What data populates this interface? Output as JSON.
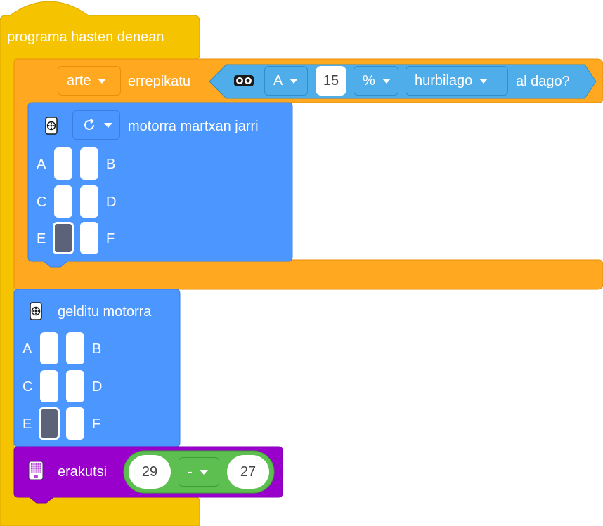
{
  "colors": {
    "event_yellow": "#f5c300",
    "control_orange": "#ffa820",
    "motor_blue": "#4c97ff",
    "sensor_teal": "#4faee9",
    "display_purple": "#9900cc",
    "operator_green": "#5cbf4f"
  },
  "hat": {
    "label": "programa hasten denean"
  },
  "repeat": {
    "mode": "arte",
    "label": "errepikatu",
    "sensor": {
      "icon": "distance-sensor-icon",
      "port": "A",
      "value": "15",
      "unit": "%",
      "comparison": "hurbilago",
      "suffix": "al dago?"
    }
  },
  "motor_start": {
    "icon": "motor-icon",
    "direction_icon": "clockwise-arrow-icon",
    "label": "motorra martxan jarri",
    "ports": [
      {
        "letter": "A",
        "selected": false
      },
      {
        "letter": "B",
        "selected": false
      },
      {
        "letter": "C",
        "selected": false
      },
      {
        "letter": "D",
        "selected": false
      },
      {
        "letter": "E",
        "selected": true
      },
      {
        "letter": "F",
        "selected": false
      }
    ]
  },
  "motor_stop": {
    "icon": "motor-icon",
    "label": "gelditu motorra",
    "ports": [
      {
        "letter": "A",
        "selected": false
      },
      {
        "letter": "B",
        "selected": false
      },
      {
        "letter": "C",
        "selected": false
      },
      {
        "letter": "D",
        "selected": false
      },
      {
        "letter": "E",
        "selected": true
      },
      {
        "letter": "F",
        "selected": false
      }
    ]
  },
  "display": {
    "icon": "display-matrix-icon",
    "label": "erakutsi",
    "operand1": "29",
    "operator": "-",
    "operand2": "27"
  }
}
